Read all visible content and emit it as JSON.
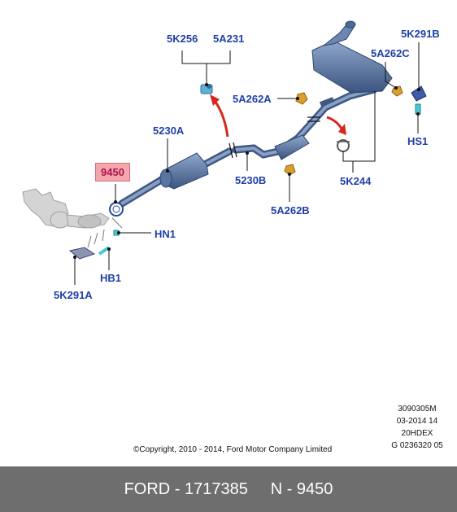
{
  "labels": {
    "p5K256": "5K256",
    "p5A231": "5A231",
    "p5K291B": "5K291B",
    "p5A262C": "5A262C",
    "p5A262A": "5A262A",
    "p5230A": "5230A",
    "p9450": "9450",
    "p5230B": "5230B",
    "p5K244": "5K244",
    "pHS1": "HS1",
    "pHN1": "HN1",
    "p5A262B": "5A262B",
    "pHB1": "HB1",
    "p5K291A": "5K291A"
  },
  "reference": {
    "line1": "3090305M",
    "line2": "03-2014 14",
    "line3": "20HDEX",
    "line4": "G 0236320 05"
  },
  "copyright": "©Copyright, 2010 - 2014, Ford Motor Company Limited",
  "footer": {
    "brand_part": "FORD - 1717385",
    "part_ref": "N - 9450"
  },
  "colors": {
    "label_blue": "#1f3fa8",
    "pipe_blue": "#4c6a96",
    "arrow_red": "#d8261e",
    "highlight_pink": "#f3a6ad",
    "footer_gray": "#6e6e6e"
  }
}
